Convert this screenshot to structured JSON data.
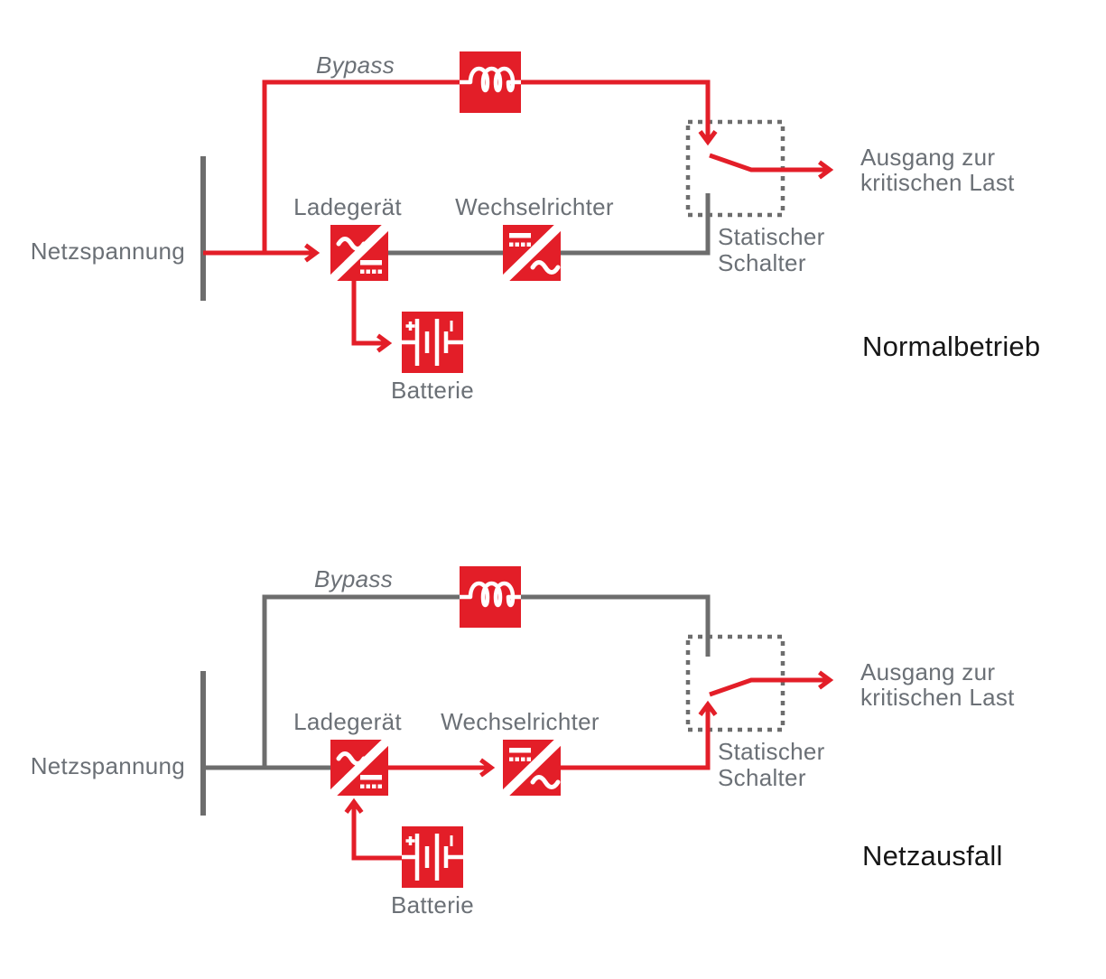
{
  "colors": {
    "red": "#e31e28",
    "gray": "#6d6d6d",
    "label": "#6b7076",
    "title": "#161616",
    "glyph": "#ffffff",
    "bg": "#ffffff"
  },
  "labels": {
    "mains": "Netzspannung",
    "bypass": "Bypass",
    "charger": "Ladegerät",
    "inverter": "Wechselrichter",
    "battery": "Batterie",
    "switch_line1": "Statischer",
    "switch_line2": "Schalter",
    "output_line1": "Ausgang zur",
    "output_line2": "kritischen Last"
  },
  "icons": {
    "bypass_element": "inductor-coil-icon",
    "charger": "ac-dc-converter-icon",
    "inverter": "dc-ac-converter-icon",
    "battery": "battery-cells-icon",
    "static_switch": "dashed-switch-box",
    "flow_arrow": "chevron-arrowhead"
  },
  "diagrams": [
    {
      "name": "normal-operation",
      "title": "Normalbetrieb"
    },
    {
      "name": "mains-failure",
      "title": "Netzausfall"
    }
  ]
}
